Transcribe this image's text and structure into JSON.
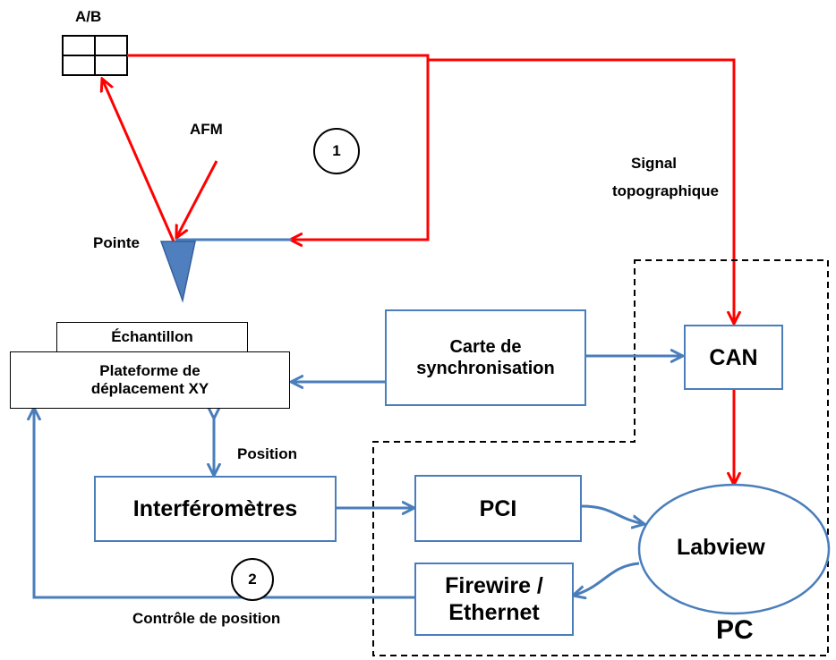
{
  "labels": {
    "ab": "A/B",
    "afm": "AFM",
    "pointe": "Pointe",
    "signal_line1": "Signal",
    "signal_line2": "topographique",
    "position": "Position",
    "controle": "Contrôle de position",
    "pc": "PC"
  },
  "circles": {
    "one": "1",
    "two": "2"
  },
  "boxes": {
    "echantillon": "Échantillon",
    "plateforme_line1": "Plateforme de",
    "plateforme_line2": "déplacement XY",
    "carte_line1": "Carte de",
    "carte_line2": "synchronisation",
    "can": "CAN",
    "interferometres": "Interféromètres",
    "pci": "PCI",
    "firewire_line1": "Firewire /",
    "firewire_line2": "Ethernet",
    "labview": "Labview"
  },
  "colors": {
    "laser": "#ff0000",
    "signal_blue": "#4a7ebb",
    "tip_fill": "#4f7fbf",
    "tip_stroke": "#35609a",
    "outline": "#000000"
  }
}
